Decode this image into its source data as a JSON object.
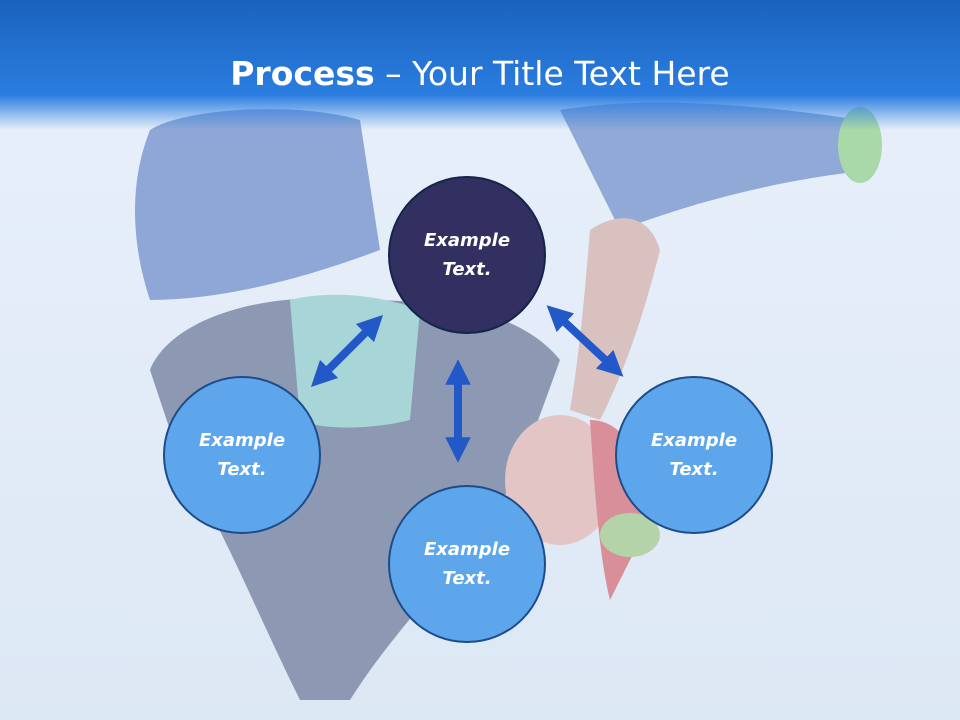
{
  "slide": {
    "title_bold": "Process",
    "title_rest": " – Your Title Text Here"
  },
  "diagram": {
    "top": "Example Text.",
    "left": "Example Text.",
    "bottom": "Example Text.",
    "right": "Example Text."
  },
  "colors": {
    "header": "#1f6fd0",
    "center_circle": "#313060",
    "outer_circles": "#5ea6ec",
    "arrows": "#2258c7"
  }
}
